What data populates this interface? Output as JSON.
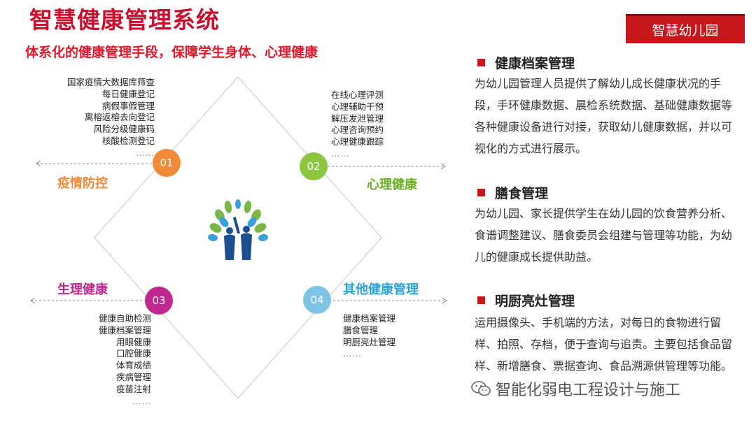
{
  "header": {
    "title": "智慧健康管理系统",
    "subtitle": "体系化的健康管理手段，保障学生身体、心理健康",
    "badge": "智慧幼儿园"
  },
  "quadrants": [
    {
      "number": "01",
      "label": "疫情防控",
      "color": "#f08a36",
      "label_color": "#f08a36",
      "items": [
        "国家疫情大数据库筛查",
        "每日健康登记",
        "病假事假管理",
        "离榕返榕去向登记",
        "风险分级健康码",
        "核酸检测登记",
        "……"
      ]
    },
    {
      "number": "02",
      "label": "心理健康",
      "color": "#8cc63f",
      "label_color": "#6ab023",
      "items": [
        "在线心理评测",
        "心理辅助干预",
        "解压发泄管理",
        "心理咨询预约",
        "心理健康跟踪",
        "……"
      ]
    },
    {
      "number": "03",
      "label": "生理健康",
      "color": "#c1288f",
      "label_color": "#c1288f",
      "items": [
        "健康自助检测",
        "健康档案管理",
        "用眼健康",
        "口腔健康",
        "体育成绩",
        "疾病管理",
        "疫苗注射",
        "……"
      ]
    },
    {
      "number": "04",
      "label": "其他健康管理",
      "color": "#7ec4e4",
      "label_color": "#2aa3d8",
      "items": [
        "健康档案管理",
        "膳食管理",
        "明厨亮灶管理",
        "……"
      ]
    }
  ],
  "sections": [
    {
      "title": "健康档案管理",
      "body": "为幼儿园管理人员提供了解幼儿成长健康状况的手段，手环健康数据、晨检系统数据、基础健康数据等各种健康设备进行对接，获取幼儿健康数据，并以可视化的方式进行展示。"
    },
    {
      "title": "膳食管理",
      "body": "为幼儿园、家长提供学生在幼儿园的饮食营养分析、食谱调整建议、膳食委员会组建与管理等功能，为幼儿的健康成长提供助益。"
    },
    {
      "title": "明厨亮灶管理",
      "body": "运用摄像头、手机端的方法，对每日的食物进行留样、拍照、存档，便于查询与追责。主要包括食品留样、新增膳食、票据查询、食品溯源供管理等功能。"
    }
  ],
  "watermark": {
    "text": "智能化弱电工程设计与施工",
    "icon": "wechat-icon"
  },
  "colors": {
    "brand_red": "#c8161d",
    "title_red": "#c8102e"
  },
  "center_icon": "family-tree-icon"
}
